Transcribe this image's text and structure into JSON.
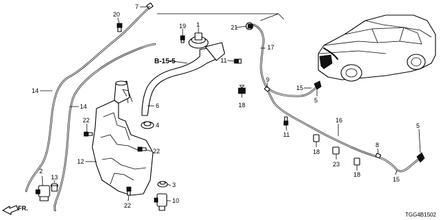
{
  "diagram": {
    "reference_label": "B-15-5",
    "front_label": "FR.",
    "code": "TGG4B1502"
  },
  "callouts": {
    "c1": "1",
    "c3": "3",
    "c4": "4",
    "c5a": "5",
    "c5b": "5",
    "c6": "6",
    "c7": "7",
    "c8": "8",
    "c9": "9",
    "c10": "10",
    "c11a": "11",
    "c11b": "11",
    "c12": "12",
    "c13": "13",
    "c14a": "14",
    "c14b": "14",
    "c15a": "15",
    "c15b": "15",
    "c16": "16",
    "c17": "17",
    "c18a": "18",
    "c18b": "18",
    "c18c": "18",
    "c19": "19",
    "c20": "20",
    "c21": "21",
    "c22a": "22",
    "c22b": "22",
    "c22c": "22",
    "c23": "23",
    "c2": "2"
  }
}
